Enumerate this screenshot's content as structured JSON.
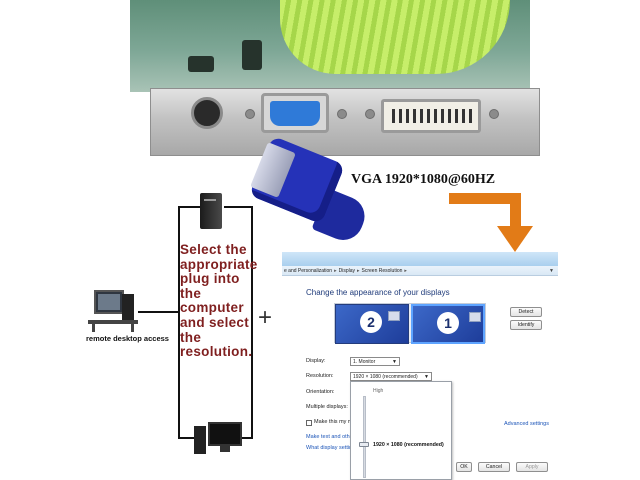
{
  "vga_label": "VGA 1920*1080@60HZ",
  "instruction_text": "Select the appropriate plug into the computer and select the resolution.",
  "plus_sign": "+",
  "remote_label": "remote desktop access",
  "colors": {
    "instruction": "#7f1f1f",
    "arrow": "#e27b17",
    "vga_plug": "#2532b8",
    "link": "#1c55b8"
  },
  "dialog": {
    "breadcrumb": [
      "e and Personalization",
      "Display",
      "Screen Resolution"
    ],
    "breadcrumb_sep": "▸",
    "heading": "Change the appearance of your displays",
    "monitor_1": "1",
    "monitor_2": "2",
    "detect_button": "Detect",
    "identify_button": "Identify",
    "display_label": "Display:",
    "display_value": "1. Monitor",
    "resolution_label": "Resolution:",
    "resolution_value": "1920 × 1080 (recommended)",
    "orientation_label": "Orientation:",
    "multiple_displays_label": "Multiple displays:",
    "make_primary_label": "Make this my ma",
    "advanced_settings_link": "Advanced settings",
    "text_link": "Make text and other",
    "what_settings_link": "What display setting",
    "ok_button": "OK",
    "cancel_button": "Cancel",
    "apply_button": "Apply",
    "dropdown": {
      "high_label": "High",
      "option": "1920 × 1080 (recommended)"
    }
  }
}
